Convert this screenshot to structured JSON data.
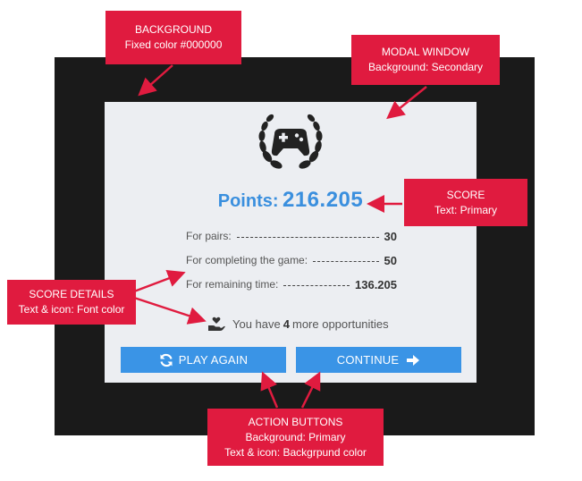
{
  "modal": {
    "points_label": "Points:",
    "points_value": "216.205",
    "rows": [
      {
        "label": "For pairs:",
        "value": "30"
      },
      {
        "label": "For completing the game:",
        "value": "50"
      },
      {
        "label": "For remaining time:",
        "value": "136.205"
      }
    ],
    "opportunities": {
      "prefix": "You have",
      "count": "4",
      "suffix": "more opportunities"
    },
    "buttons": {
      "play_again": "PLAY AGAIN",
      "continue": "CONTINUE"
    }
  },
  "annotations": {
    "background": {
      "title": "BACKGROUND",
      "detail": "Fixed color #000000"
    },
    "modal_window": {
      "title": "MODAL WINDOW",
      "detail": "Background: Secondary"
    },
    "score": {
      "title": "SCORE",
      "detail": "Text: Primary"
    },
    "score_details": {
      "title": "SCORE DETAILS",
      "detail": "Text & icon: Font color"
    },
    "action_buttons": {
      "title": "ACTION BUTTONS",
      "detail1": "Background: Primary",
      "detail2": "Text & icon: Backgrpund color"
    }
  },
  "colors": {
    "background": "#1a1a1a",
    "modal": "#eceef2",
    "primary": "#3a8fde",
    "callout": "#e01b3f"
  },
  "icons": [
    "laurel-gamepad-icon",
    "heart-hand-icon",
    "refresh-icon",
    "arrow-right-icon"
  ]
}
